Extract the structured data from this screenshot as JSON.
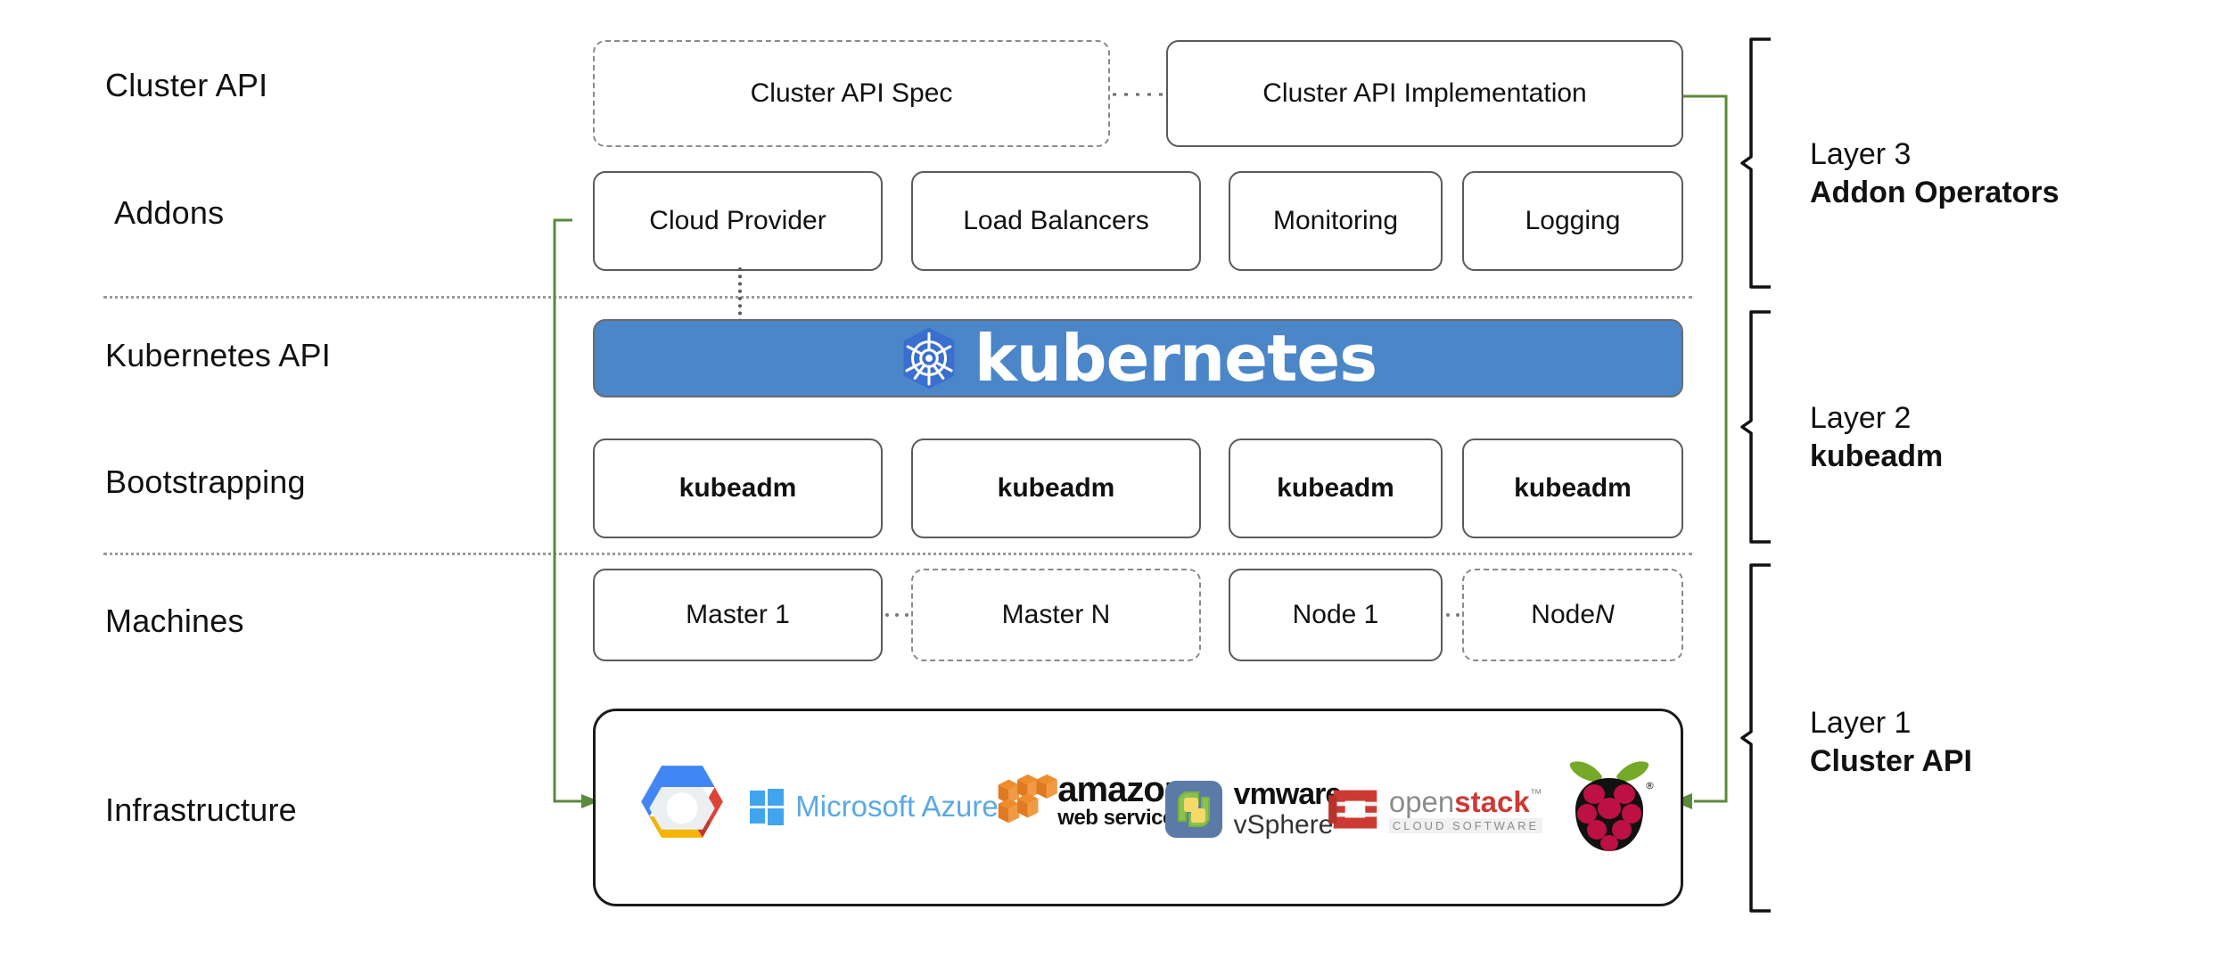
{
  "diagram": {
    "title": "Kubernetes Cluster API layered architecture",
    "accent_green": "#5a8a3c",
    "k8s_blue": "#4a86c8",
    "row_labels": [
      {
        "key": "cluster-api",
        "text": "Cluster API"
      },
      {
        "key": "addons",
        "text": "Addons"
      },
      {
        "key": "kubernetes-api",
        "text": "Kubernetes API"
      },
      {
        "key": "bootstrapping",
        "text": "Bootstrapping"
      },
      {
        "key": "machines",
        "text": "Machines"
      },
      {
        "key": "infrastructure",
        "text": "Infrastructure"
      }
    ],
    "cluster_api_row": [
      {
        "key": "cluster-api-spec",
        "label": "Cluster API Spec",
        "border": "dashed"
      },
      {
        "key": "cluster-api-implementation",
        "label": "Cluster API Implementation",
        "border": "solid"
      }
    ],
    "addons_row": [
      {
        "key": "cloud-provider",
        "label": "Cloud Provider"
      },
      {
        "key": "load-balancers",
        "label": "Load Balancers"
      },
      {
        "key": "monitoring",
        "label": "Monitoring"
      },
      {
        "key": "logging",
        "label": "Logging"
      }
    ],
    "kubernetes_banner": {
      "wordmark": "kubernetes",
      "icon": "kubernetes-helm-wheel-icon"
    },
    "bootstrapping_row": [
      {
        "key": "kubeadm-1",
        "label": "kubeadm"
      },
      {
        "key": "kubeadm-2",
        "label": "kubeadm"
      },
      {
        "key": "kubeadm-3",
        "label": "kubeadm"
      },
      {
        "key": "kubeadm-4",
        "label": "kubeadm"
      }
    ],
    "machines_row": [
      {
        "key": "master-1",
        "label": "Master 1",
        "border": "solid",
        "italic_tail": ""
      },
      {
        "key": "master-n",
        "label": "Master N",
        "border": "dashed",
        "italic_tail": ""
      },
      {
        "key": "node-1",
        "label": "Node 1",
        "border": "solid",
        "italic_tail": ""
      },
      {
        "key": "node-n",
        "label": "Node ",
        "border": "dashed",
        "italic_tail": "N"
      }
    ],
    "infrastructure_providers": [
      {
        "key": "google-cloud",
        "label": "Google Cloud Platform"
      },
      {
        "key": "microsoft-azure",
        "label": "Microsoft Azure"
      },
      {
        "key": "amazon-web-services",
        "label": "amazon web services"
      },
      {
        "key": "vmware-vsphere",
        "label": "vmware vSphere"
      },
      {
        "key": "openstack",
        "label": "openstack CLOUD SOFTWARE"
      },
      {
        "key": "raspberry-pi",
        "label": "Raspberry Pi"
      }
    ],
    "azure_wordmark": "Microsoft Azure",
    "aws_wordmark_top": "amazon",
    "aws_wordmark_bottom": "web services",
    "vmware_wordmark_top": "vmware",
    "vmware_wordmark_bottom": "vSphere",
    "openstack_wordmark_open": "open",
    "openstack_wordmark_stack": "stack",
    "openstack_tm": "™",
    "openstack_tagline": "CLOUD SOFTWARE",
    "layers": [
      {
        "key": "layer-3",
        "number": "Layer 3",
        "name": "Addon Operators"
      },
      {
        "key": "layer-2",
        "number": "Layer 2",
        "name": "kubeadm"
      },
      {
        "key": "layer-1",
        "number": "Layer 1",
        "name": "Cluster API"
      }
    ]
  }
}
